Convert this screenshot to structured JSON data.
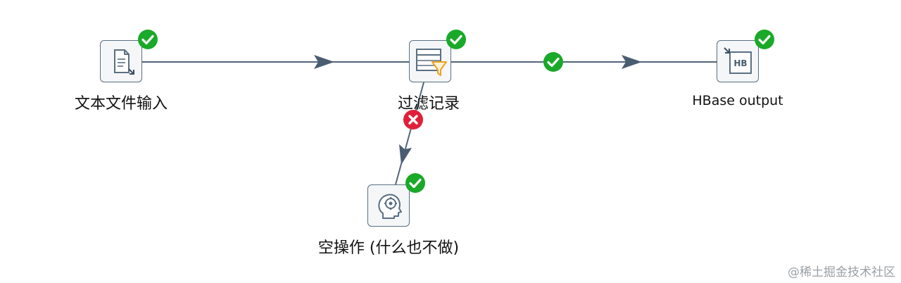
{
  "steps": {
    "text_input": {
      "label": "文本文件输入"
    },
    "filter": {
      "label": "过滤记录"
    },
    "hbase": {
      "label": "HBase output"
    },
    "dummy": {
      "label": "空操作 (什么也不做)"
    }
  },
  "hbase_icon_text": "HB",
  "watermark": "@稀土掘金技术社区",
  "colors": {
    "line": "#52667a",
    "ok": "#1aa928",
    "error": "#e0203a"
  }
}
